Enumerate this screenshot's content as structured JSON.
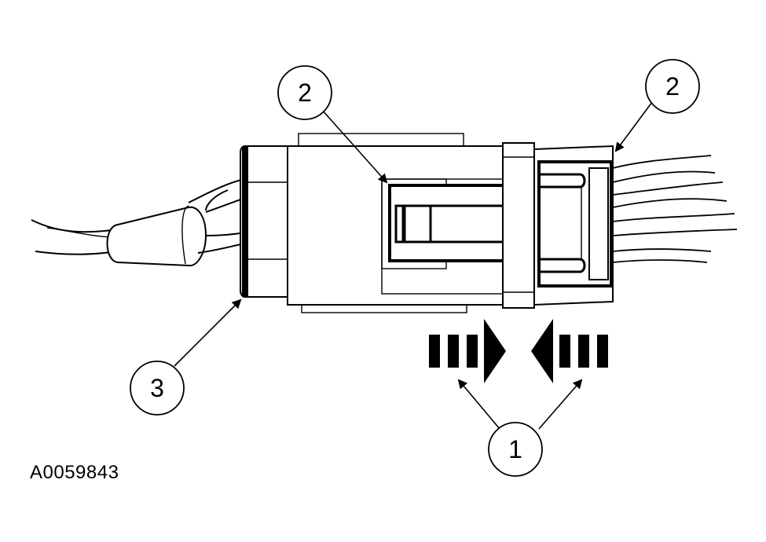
{
  "figure_id": "A0059843",
  "callouts": [
    {
      "id": "callout-2-left",
      "label": "2"
    },
    {
      "id": "callout-2-right",
      "label": "2"
    },
    {
      "id": "callout-3",
      "label": "3"
    },
    {
      "id": "callout-1",
      "label": "1"
    }
  ],
  "colors": {
    "line": "#000000",
    "background": "#ffffff"
  }
}
